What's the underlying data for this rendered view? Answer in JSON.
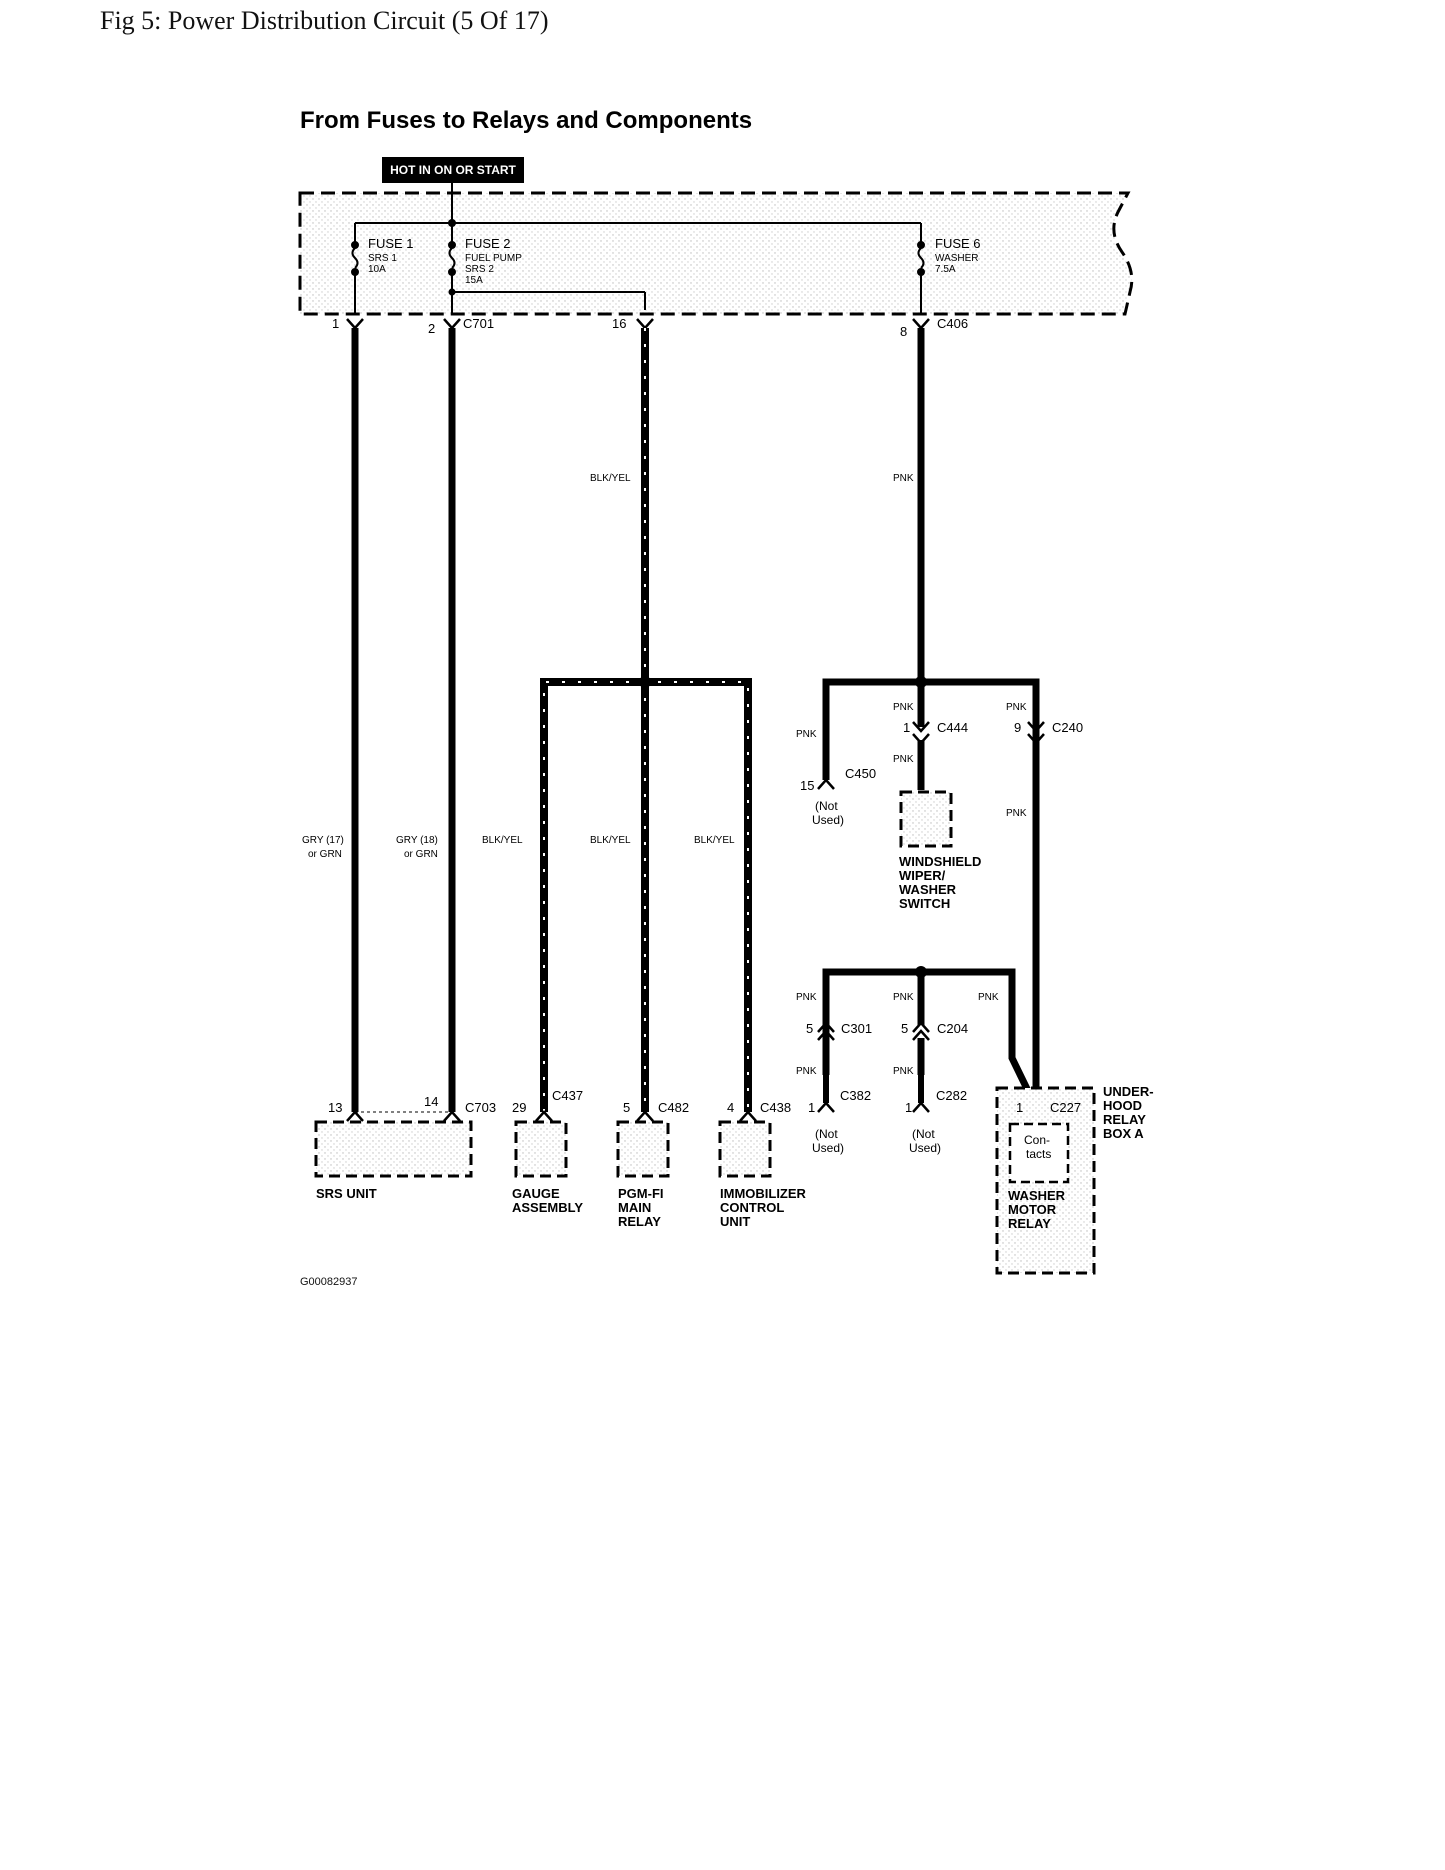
{
  "caption": "Fig 5: Power Distribution Circuit (5 Of 17)",
  "title": "From Fuses to Relays and Components",
  "hot_label": "HOT IN ON OR START",
  "fuses": {
    "f1": {
      "name": "FUSE 1",
      "line1": "SRS 1",
      "line2": "10A"
    },
    "f2": {
      "name": "FUSE 2",
      "line1": "FUEL PUMP",
      "line2": "SRS 2",
      "line3": "15A"
    },
    "f6": {
      "name": "FUSE 6",
      "line1": "WASHER",
      "line2": "7.5A"
    }
  },
  "connectors": {
    "c701": "C701",
    "c406": "C406",
    "c444": "C444",
    "c240": "C240",
    "c450": "C450",
    "c301": "C301",
    "c204": "C204",
    "c382": "C382",
    "c282": "C282",
    "c227": "C227",
    "c703": "C703",
    "c437": "C437",
    "c482": "C482",
    "c438": "C438"
  },
  "pins": {
    "p1": "1",
    "p2": "2",
    "p16": "16",
    "p8": "8",
    "c444_pin": "1",
    "c240_pin": "9",
    "c450_pin": "15",
    "c301_pin": "5",
    "c204_pin": "5",
    "c382_pin": "1",
    "c282_pin": "1",
    "c227_pin": "1",
    "srs13": "13",
    "srs14": "14",
    "gauge29": "29",
    "pgm5": "5",
    "immob4": "4"
  },
  "wires": {
    "gry17a": "GRY (17)",
    "gry17b": "or GRN",
    "gry18a": "GRY (18)",
    "gry18b": "or GRN",
    "blkyel": "BLK/YEL",
    "pnk": "PNK"
  },
  "notes": {
    "not": "(Not",
    "used": "Used)"
  },
  "components": {
    "srs": "SRS UNIT",
    "gauge1": "GAUGE",
    "gauge2": "ASSEMBLY",
    "pgm1": "PGM-FI",
    "pgm2": "MAIN",
    "pgm3": "RELAY",
    "imm1": "IMMOBILIZER",
    "imm2": "CONTROL",
    "imm3": "UNIT",
    "ws1": "WINDSHIELD",
    "ws2": "WIPER/",
    "ws3": "WASHER",
    "ws4": "SWITCH",
    "uh1": "UNDER-",
    "uh2": "HOOD",
    "uh3": "RELAY",
    "uh4": "BOX A",
    "con1": "Con-",
    "con2": "tacts",
    "wm1": "WASHER",
    "wm2": "MOTOR",
    "wm3": "RELAY"
  },
  "figure_code": "G00082937"
}
